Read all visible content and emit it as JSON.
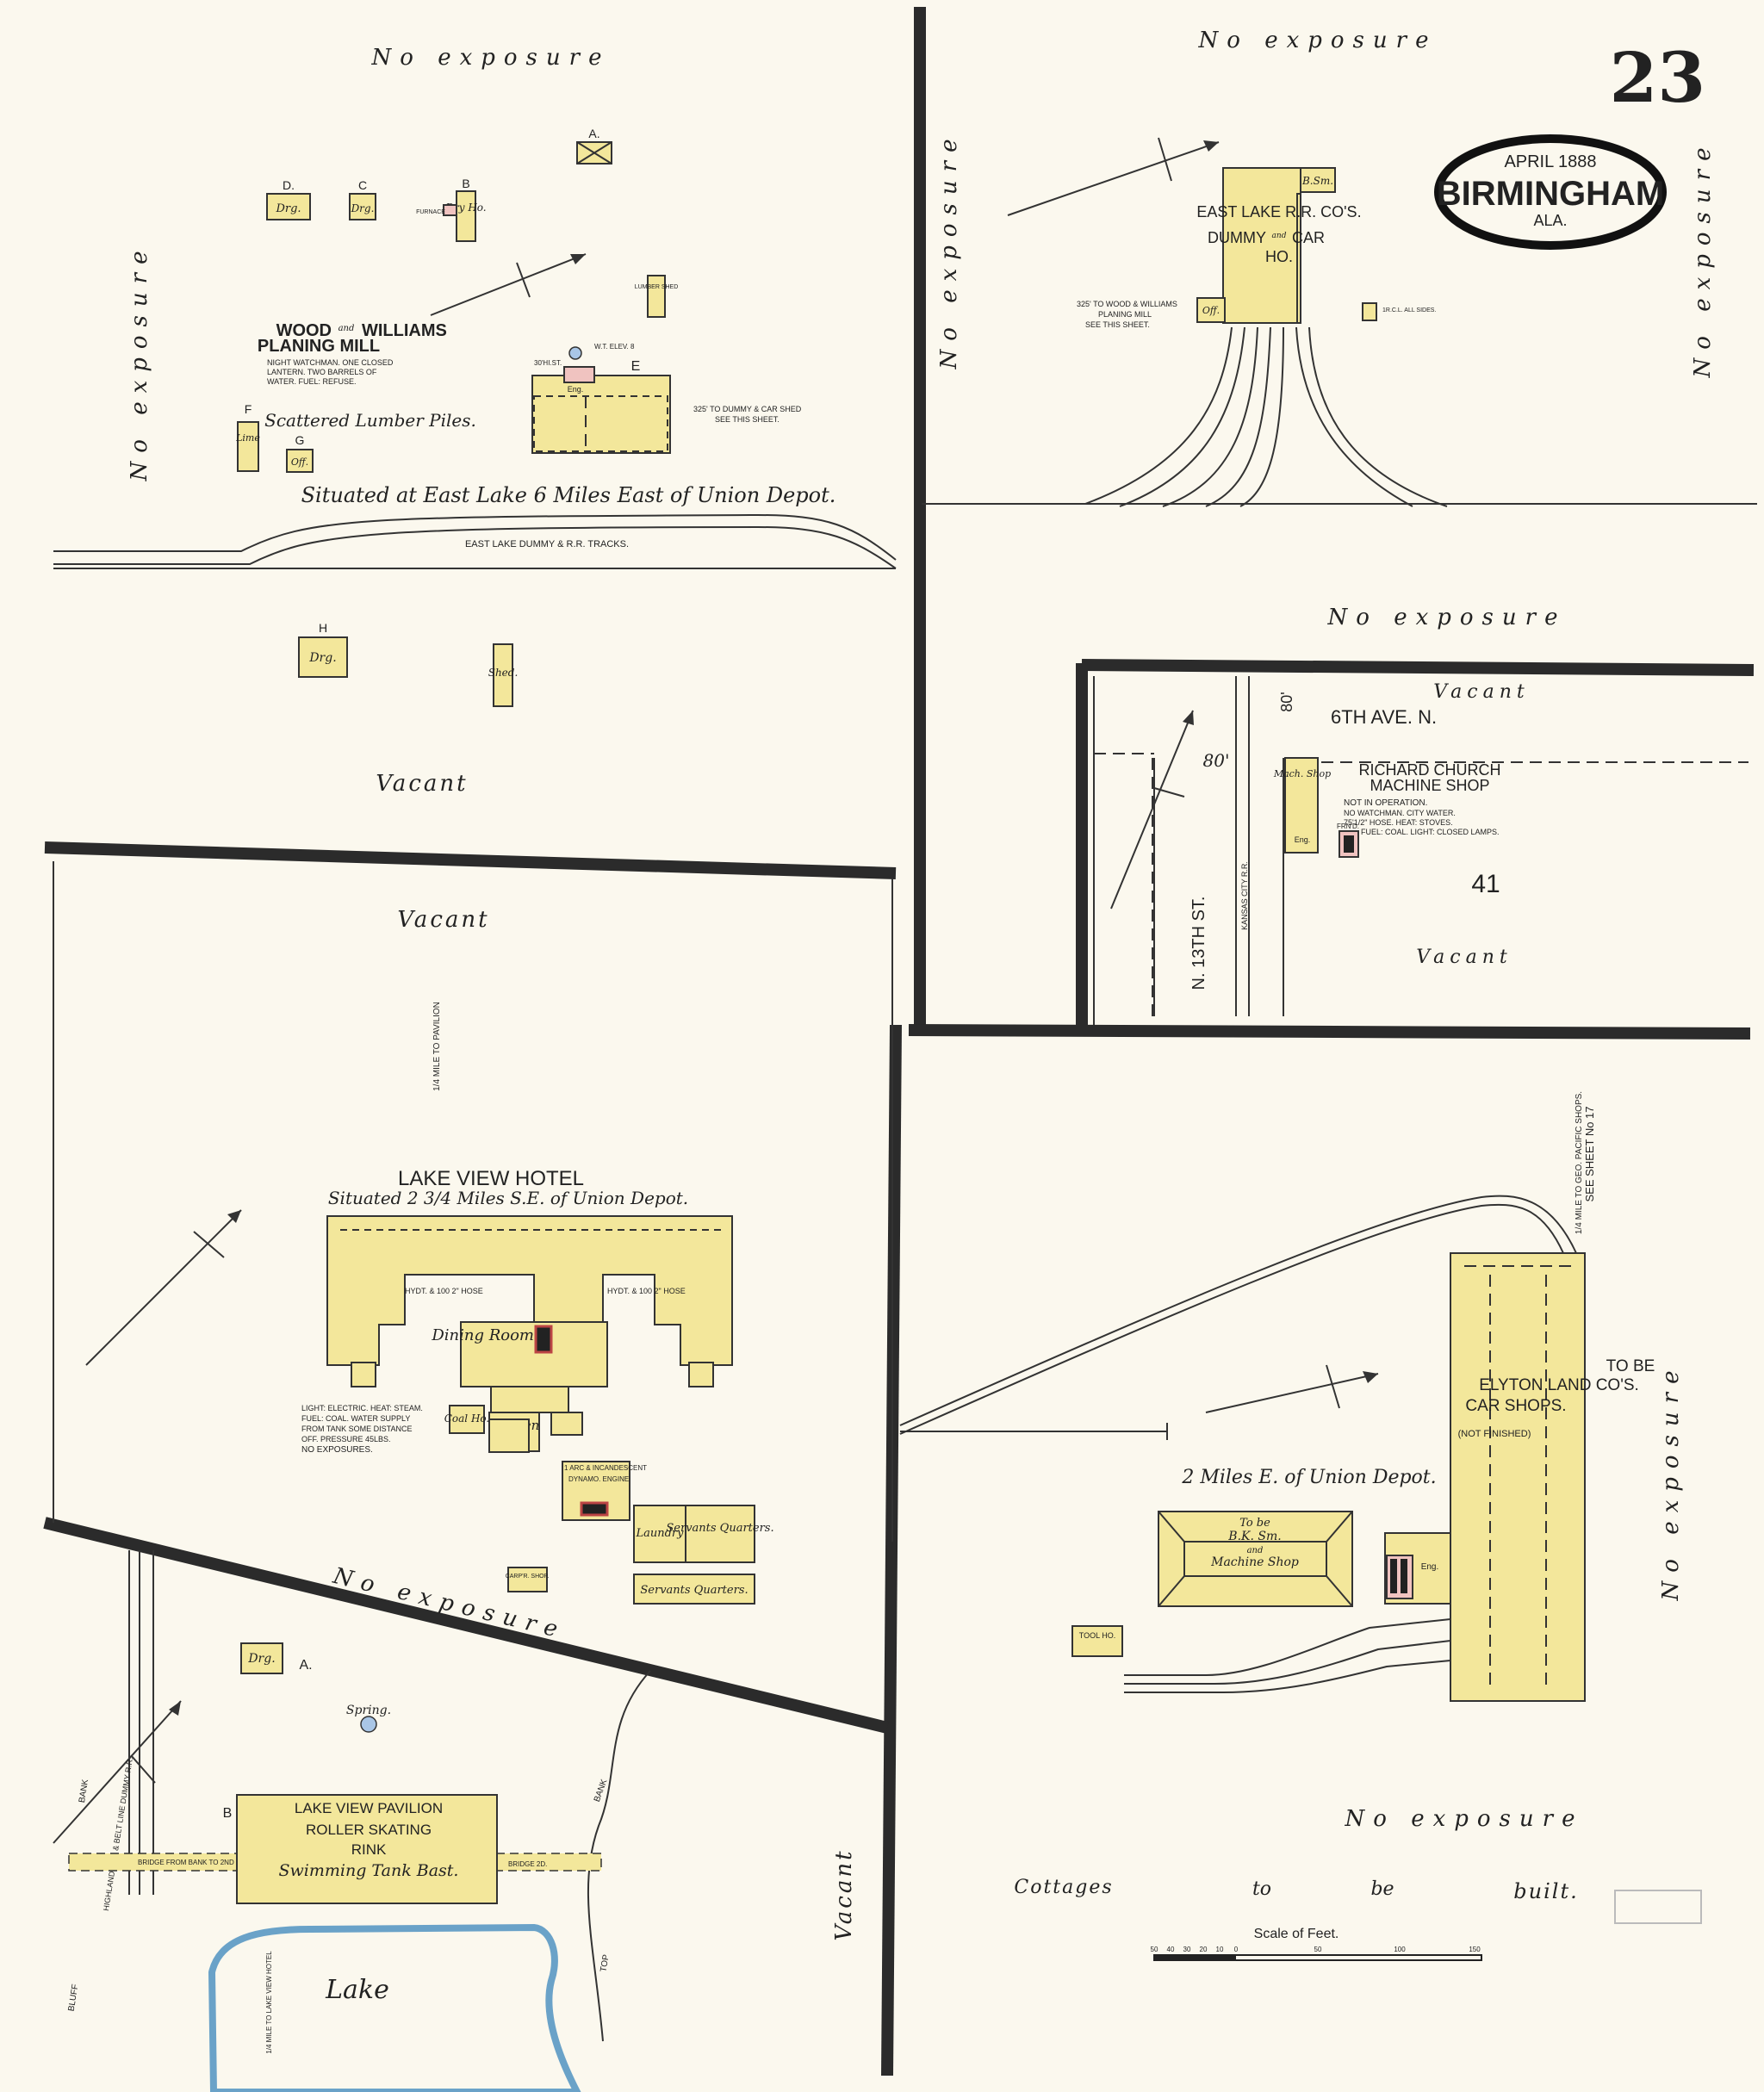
{
  "sheet": {
    "number": "23",
    "cartouche_date": "APRIL 1888",
    "cartouche_city": "BIRMINGHAM",
    "cartouche_state": "ALA."
  },
  "labels": {
    "no_exposure": "No exposure",
    "vacant": "Vacant",
    "scale_title": "Scale of Feet.",
    "scale_ticks": [
      "50",
      "40",
      "30",
      "20",
      "10",
      "0",
      "50",
      "100",
      "150"
    ]
  },
  "top_left": {
    "mill_title_1": "WOOD",
    "mill_title_and": "and",
    "mill_title_2": "WILLIAMS",
    "mill_title_3": "PLANING MILL",
    "mill_notes": [
      "NIGHT WATCHMAN. ONE CLOSED",
      "LANTERN. TWO BARRELS OF",
      "WATER. FUEL: REFUSE."
    ],
    "lumber_piles": "Scattered Lumber Piles.",
    "situated": "Situated at East Lake 6 Miles East of Union Depot.",
    "tracks": "EAST LAKE DUMMY & R.R. TRACKS.",
    "dummy_note": [
      "325' TO DUMMY & CAR SHED",
      "SEE THIS SHEET."
    ],
    "bldg_letters": [
      "A.",
      "B",
      "C",
      "D.",
      "E",
      "F",
      "G",
      "H"
    ],
    "drg": "Drg.",
    "dry_ho": "Dry Ho.",
    "furnace": "FURNACE",
    "lumber_shed": "LUMBER SHED",
    "lime": "Lime",
    "off": "Off.",
    "eng": "Eng.",
    "shed": "Shed.",
    "wt_elev": "W.T. ELEV. 8",
    "ht": "30'HI.ST."
  },
  "top_right": {
    "title_1": "EAST LAKE R.R. CO'S.",
    "title_2": "DUMMY",
    "title_and": "and",
    "title_3": "CAR",
    "title_4": "HO.",
    "b_sm": "B.Sm.",
    "off": "Off.",
    "note": [
      "325' TO WOOD & WILLIAMS",
      "PLANING MILL",
      "SEE THIS SHEET."
    ],
    "small_bldg": "1R.C.L. ALL SIDES."
  },
  "middle_right": {
    "avenue": "6TH AVE. N.",
    "street": "N. 13TH ST.",
    "railroad": "KANSAS CITY R.R.",
    "dim": "80'",
    "shop_title_1": "RICHARD CHURCH",
    "shop_title_2": "MACHINE SHOP",
    "shop_notes": [
      "NOT IN OPERATION.",
      "NO WATCHMAN. CITY WATER.",
      "75'1/2\" HOSE. HEAT: STOVES.",
      "FUEL: COAL. LIGHT: CLOSED LAMPS."
    ],
    "mach_shop": "Mach. Shop",
    "eng": "Eng.",
    "block": "41",
    "frn": "FRN'D."
  },
  "hotel": {
    "pavilion_note": "1/4 MILE TO PAVILION",
    "title": "LAKE VIEW HOTEL",
    "situated": "Situated 2 3/4 Miles S.E. of Union Depot.",
    "dining": "Dining Room",
    "kitchen": "Kitchen",
    "coal_ho": "Coal Ho.",
    "hydrant": "HYDT. & 100 2\" HOSE",
    "hydrant_b": "HYDT. & 100 2\" HOSE",
    "notes": [
      "LIGHT: ELECTRIC. HEAT: STEAM.",
      "FUEL: COAL. WATER SUPPLY",
      "FROM TANK SOME DISTANCE",
      "OFF. PRESSURE 45LBS.",
      "NO EXPOSURES."
    ],
    "dynamo": [
      "1 ARC & INCANDESCENT",
      "DYNAMO. ENGINE"
    ],
    "laundry": "Laundry",
    "servants_1": "Servants Quarters.",
    "servants_2": "Servants Quarters.",
    "carpt_shop": "CARP'R. SHOP."
  },
  "lower_left": {
    "drg": "Drg.",
    "a": "A.",
    "b": "B",
    "spring": "Spring.",
    "pav_1": "LAKE VIEW PAVILION",
    "pav_2": "ROLLER SKATING",
    "pav_3": "RINK",
    "pav_4": "Swimming Tank Bast.",
    "bridge_l": "BRIDGE FROM BANK TO 2ND STY.",
    "bridge_r": "BRIDGE 2D.",
    "highland": "HIGHLAND AVE. & BELT LINE DUMMY R.R.",
    "bluff": "BLUFF",
    "bank": "BANK",
    "top": "TOP",
    "bank2": "BANK",
    "lake": "Lake",
    "lake_note": "1/4 MILE TO LAKE VIEW HOTEL"
  },
  "lower_right": {
    "car_1": "TO BE",
    "car_2": "ELYTON LAND CO'S.",
    "car_3": "CAR SHOPS.",
    "car_4": "(NOT FINISHED)",
    "note": [
      "1/4 MILE TO GEO. PACIFIC SHOPS.",
      "SEE SHEET No 17"
    ],
    "miles": "2 Miles E. of Union Depot.",
    "bs_1": "To be",
    "bs_2": "B.K. Sm.",
    "bs_3": "and",
    "bs_4": "Machine Shop",
    "eng": "Eng.",
    "tool": "TOOL HO.",
    "cottages_1": "Cottages",
    "cottages_2": "to",
    "cottages_3": "be",
    "cottages_4": "built."
  }
}
